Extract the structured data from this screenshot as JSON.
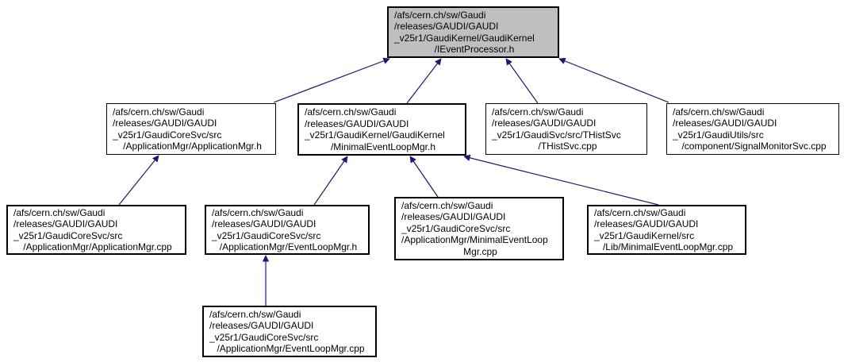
{
  "diagram": {
    "kind": "included-by dependency graph",
    "nodes": [
      {
        "id": "ieventprocessor-h",
        "role": "root",
        "lines": [
          "/afs/cern.ch/sw/Gaudi",
          "/releases/GAUDI/GAUDI",
          "_v25r1/GaudiKernel/GaudiKernel",
          "/IEventProcessor.h"
        ]
      },
      {
        "id": "applicationmgr-h",
        "role": "node",
        "lines": [
          "/afs/cern.ch/sw/Gaudi",
          "/releases/GAUDI/GAUDI",
          "_v25r1/GaudiCoreSvc/src",
          "/ApplicationMgr/ApplicationMgr.h"
        ]
      },
      {
        "id": "minimaleventloopmgr-h",
        "role": "node",
        "lines": [
          "/afs/cern.ch/sw/Gaudi",
          "/releases/GAUDI/GAUDI",
          "_v25r1/GaudiKernel/GaudiKernel",
          "/MinimalEventLoopMgr.h"
        ]
      },
      {
        "id": "thistsvc-cpp",
        "role": "node",
        "lines": [
          "/afs/cern.ch/sw/Gaudi",
          "/releases/GAUDI/GAUDI",
          "_v25r1/GaudiSvc/src/THistSvc",
          "/THistSvc.cpp"
        ]
      },
      {
        "id": "signalmonitorsvc-cpp",
        "role": "node",
        "lines": [
          "/afs/cern.ch/sw/Gaudi",
          "/releases/GAUDI/GAUDI",
          "_v25r1/GaudiUtils/src",
          "/component/SignalMonitorSvc.cpp"
        ]
      },
      {
        "id": "applicationmgr-cpp",
        "role": "node",
        "lines": [
          "/afs/cern.ch/sw/Gaudi",
          "/releases/GAUDI/GAUDI",
          "_v25r1/GaudiCoreSvc/src",
          "/ApplicationMgr/ApplicationMgr.cpp"
        ]
      },
      {
        "id": "eventloopmgr-h",
        "role": "node",
        "lines": [
          "/afs/cern.ch/sw/Gaudi",
          "/releases/GAUDI/GAUDI",
          "_v25r1/GaudiCoreSvc/src",
          "/ApplicationMgr/EventLoopMgr.h"
        ]
      },
      {
        "id": "minimaleventloopmgr-cpp-coresvc",
        "role": "node",
        "lines": [
          "/afs/cern.ch/sw/Gaudi",
          "/releases/GAUDI/GAUDI",
          "_v25r1/GaudiCoreSvc/src",
          "/ApplicationMgr/MinimalEventLoop",
          "Mgr.cpp"
        ]
      },
      {
        "id": "minimaleventloopmgr-cpp-kernel",
        "role": "node",
        "lines": [
          "/afs/cern.ch/sw/Gaudi",
          "/releases/GAUDI/GAUDI",
          "_v25r1/GaudiKernel/src",
          "/Lib/MinimalEventLoopMgr.cpp"
        ]
      },
      {
        "id": "eventloopmgr-cpp",
        "role": "node",
        "lines": [
          "/afs/cern.ch/sw/Gaudi",
          "/releases/GAUDI/GAUDI",
          "_v25r1/GaudiCoreSvc/src",
          "/ApplicationMgr/EventLoopMgr.cpp"
        ]
      }
    ],
    "edges": [
      {
        "from": "applicationmgr-h",
        "to": "ieventprocessor-h"
      },
      {
        "from": "minimaleventloopmgr-h",
        "to": "ieventprocessor-h"
      },
      {
        "from": "thistsvc-cpp",
        "to": "ieventprocessor-h"
      },
      {
        "from": "signalmonitorsvc-cpp",
        "to": "ieventprocessor-h"
      },
      {
        "from": "applicationmgr-cpp",
        "to": "applicationmgr-h"
      },
      {
        "from": "eventloopmgr-h",
        "to": "minimaleventloopmgr-h"
      },
      {
        "from": "minimaleventloopmgr-cpp-coresvc",
        "to": "minimaleventloopmgr-h"
      },
      {
        "from": "minimaleventloopmgr-cpp-kernel",
        "to": "minimaleventloopmgr-h"
      },
      {
        "from": "eventloopmgr-cpp",
        "to": "eventloopmgr-h"
      }
    ]
  },
  "colors": {
    "background": "#ffffff",
    "edge": "#191970",
    "root_fill": "#bfbfbf",
    "node_fill": "#ffffff",
    "node_border": "#000000"
  }
}
